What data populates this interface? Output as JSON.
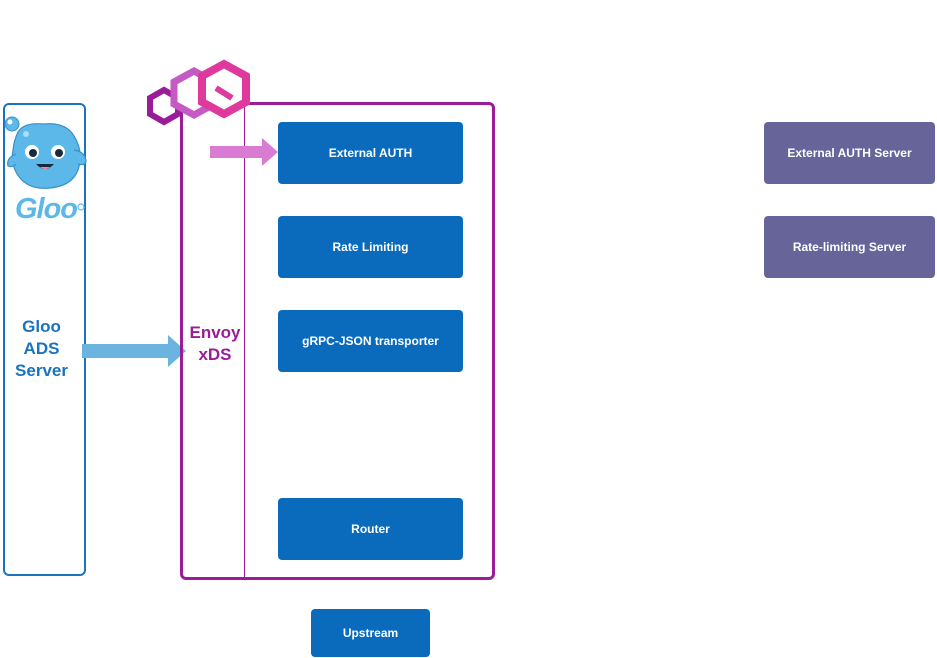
{
  "gloo": {
    "logo_text": "Gloo",
    "ads_label_line1": "Gloo",
    "ads_label_line2": "ADS",
    "ads_label_line3": "Server"
  },
  "envoy": {
    "xds_label_line1": "Envoy",
    "xds_label_line2": "xDS"
  },
  "filters": {
    "external_auth": "External AUTH",
    "rate_limiting": "Rate Limiting",
    "grpc_json": "gRPC-JSON transporter",
    "router": "Router"
  },
  "upstream": "Upstream",
  "servers": {
    "external_auth_server": "External AUTH Server",
    "rate_limiting_server": "Rate-limiting Server"
  },
  "colors": {
    "gloo_blue": "#1a73c0",
    "gloo_light_blue": "#5bb8e8",
    "envoy_purple": "#9b1c98",
    "envoy_pink": "#e0399e",
    "filter_blue": "#0a6bbd",
    "server_purple": "#67649a",
    "arrow_blue": "#6bb4e0",
    "arrow_pink": "#d97ad3"
  }
}
